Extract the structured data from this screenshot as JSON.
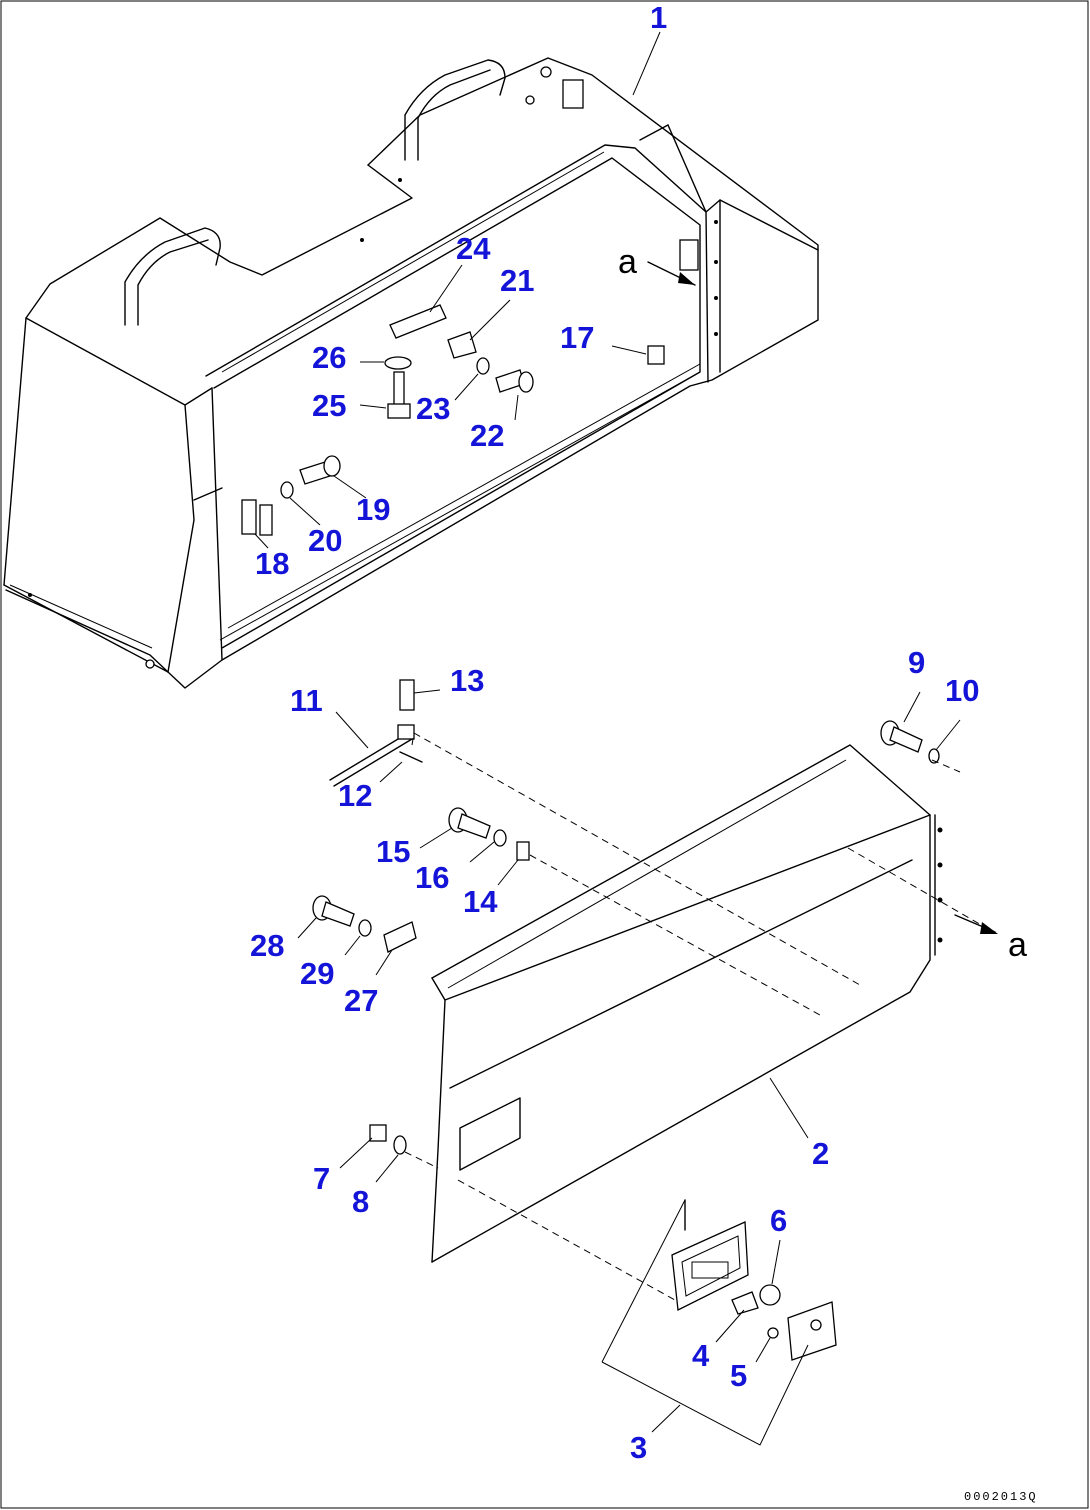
{
  "callouts": [
    "1",
    "2",
    "3",
    "4",
    "5",
    "6",
    "7",
    "8",
    "9",
    "10",
    "11",
    "12",
    "13",
    "14",
    "15",
    "16",
    "17",
    "18",
    "19",
    "20",
    "21",
    "22",
    "23",
    "24",
    "25",
    "26",
    "27",
    "28",
    "29"
  ],
  "view_arrows": [
    "a",
    "a"
  ],
  "drawing_code": "0002013Q",
  "colors": {
    "callout": "#1414d8",
    "lines": "#000000",
    "background": "#ffffff"
  }
}
